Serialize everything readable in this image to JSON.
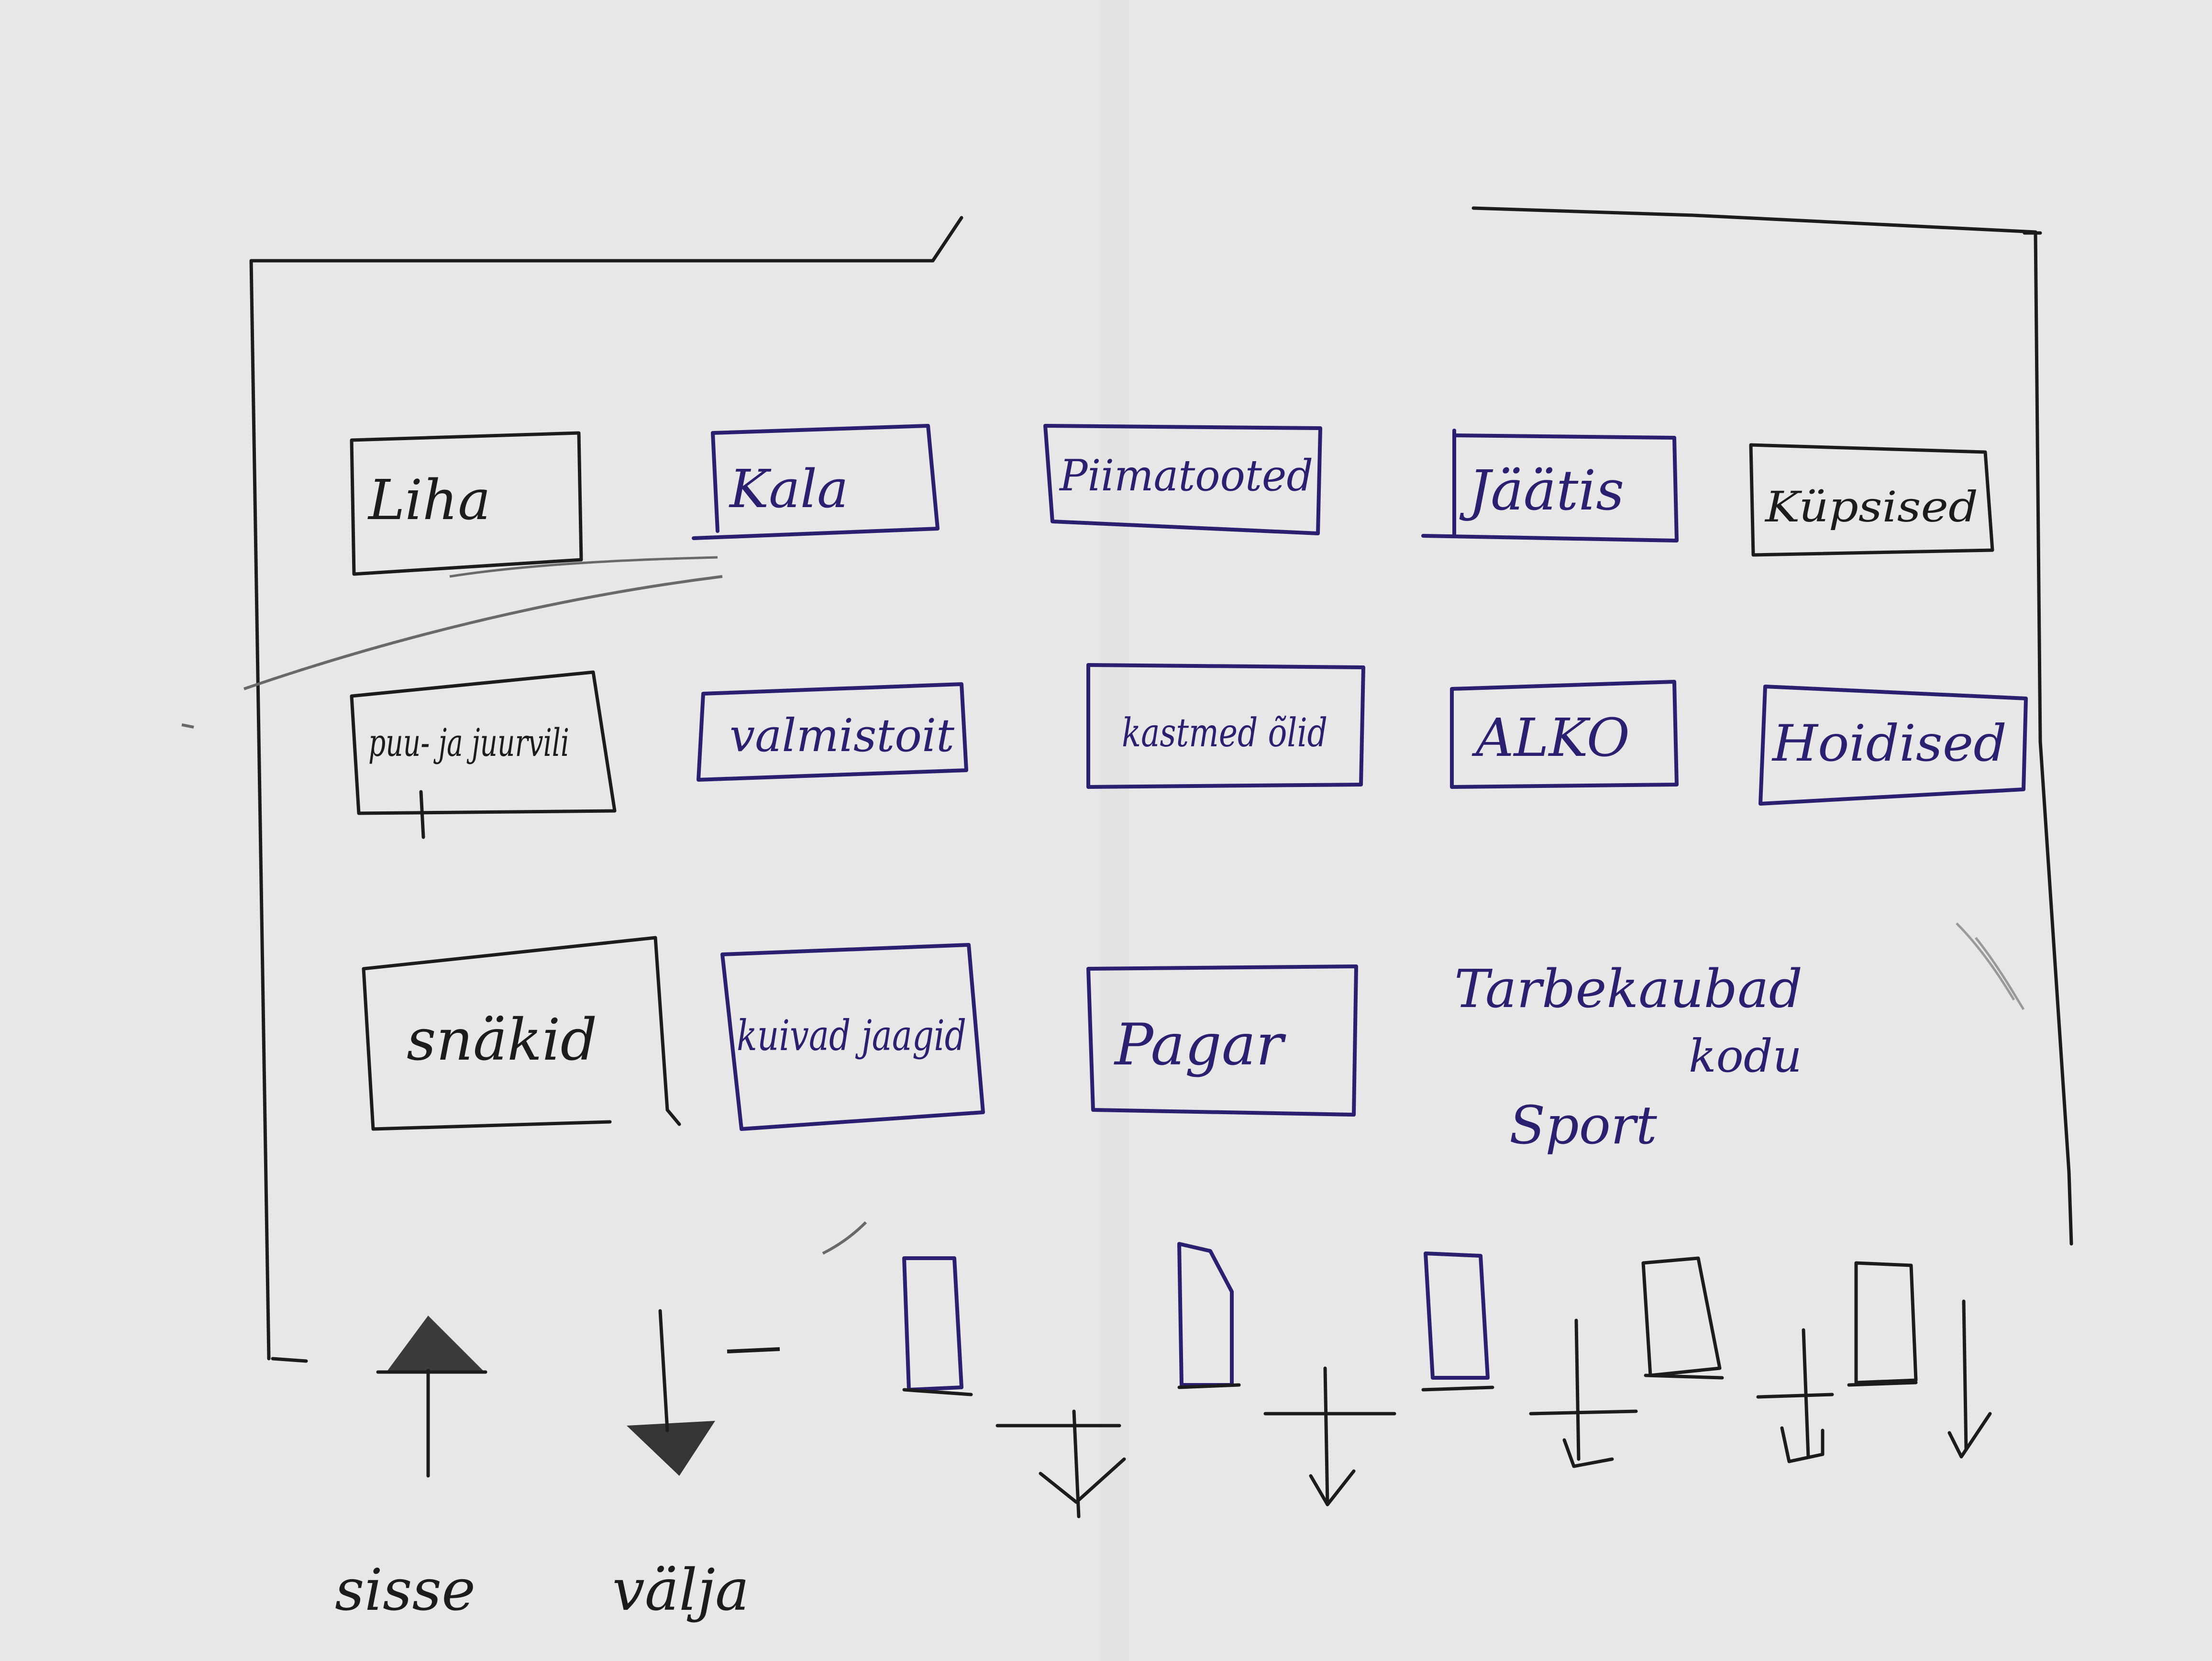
{
  "colors": {
    "paper": "#e9e6e7",
    "ink_blue": "#2a2070",
    "ink_black": "#1c1c1c"
  },
  "sections": {
    "row1": [
      "Liha",
      "Kala",
      "Piimatooted",
      "Jäätis",
      "Küpsised"
    ],
    "row2": [
      "puu- ja juurvili",
      "valmistoit",
      "kastmed õlid",
      "ALKO",
      "Hoidised"
    ],
    "row3": [
      "snäkid",
      "kuivad jaagid",
      "Pagar"
    ]
  },
  "unboxed_sections": [
    "Tarbekaubad",
    "kodu",
    "Sport"
  ],
  "entrance": {
    "in_label": "sisse",
    "out_label": "välja"
  },
  "checkout_count": 5
}
